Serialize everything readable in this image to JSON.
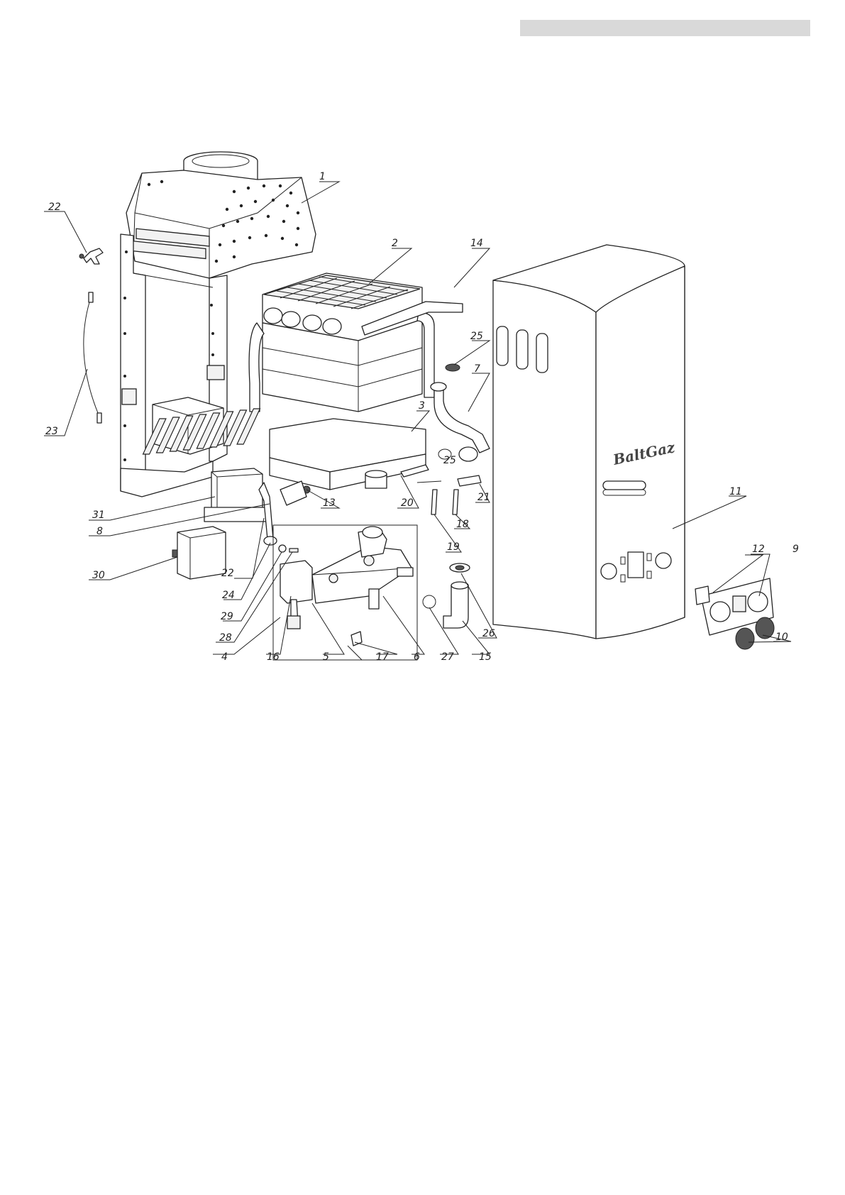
{
  "brand_label": "BaltGaz",
  "callouts": [
    "1",
    "2",
    "3",
    "4",
    "5",
    "6",
    "7",
    "8",
    "9",
    "10",
    "11",
    "12",
    "13",
    "14",
    "15",
    "16",
    "17",
    "18",
    "19",
    "20",
    "21",
    "22",
    "22",
    "23",
    "24",
    "25",
    "25",
    "26",
    "27",
    "28",
    "29",
    "30",
    "31"
  ]
}
